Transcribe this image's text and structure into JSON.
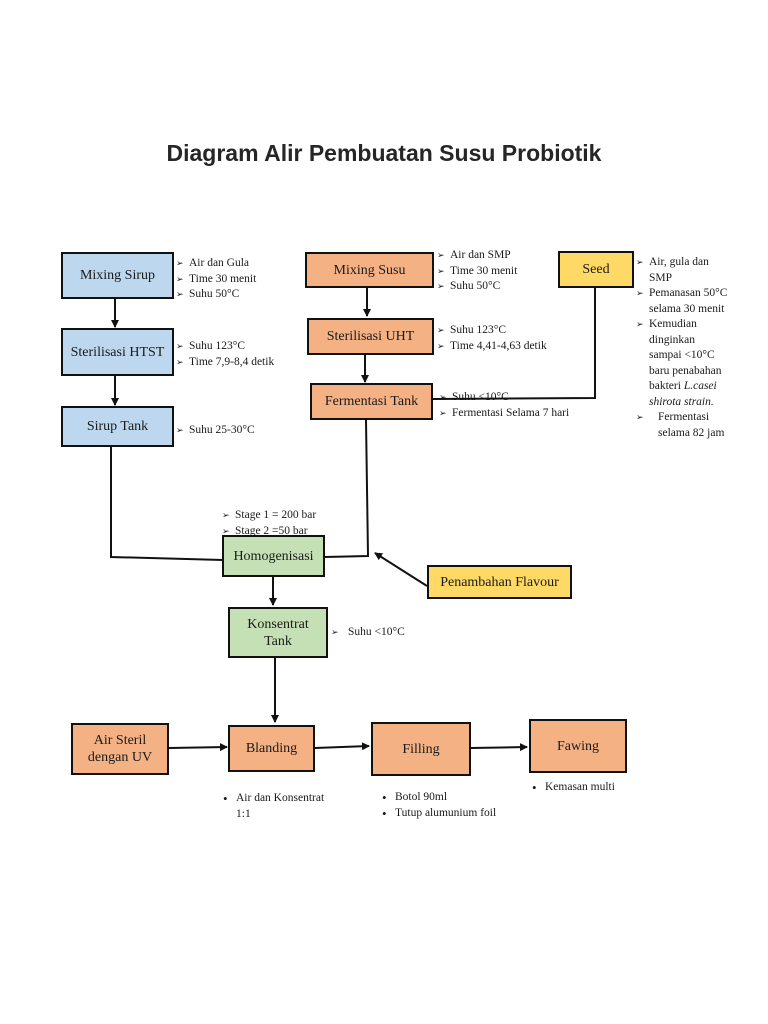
{
  "title": "Diagram Alir Pembuatan Susu Probiotik",
  "colors": {
    "syrup_line": "#bdd7ee",
    "milk_line": "#f4b183",
    "seed_flavour": "#ffd966",
    "homogenize_concentrate": "#c5e0b4"
  },
  "nodes": {
    "mixing_sirup": "Mixing Sirup",
    "sterilisasi_htst": "Sterilisasi HTST",
    "sirup_tank": "Sirup Tank",
    "mixing_susu": "Mixing Susu",
    "sterilisasi_uht": "Sterilisasi UHT",
    "fermentasi_tank": "Fermentasi Tank",
    "seed": "Seed",
    "homogenisasi": "Homogenisasi",
    "penambahan_flavour": "Penambahan Flavour",
    "konsentrat_tank_line1": "Konsentrat",
    "konsentrat_tank_line2": "Tank",
    "air_steril_line1": "Air Steril",
    "air_steril_line2": "dengan UV",
    "blanding": "Blanding",
    "filling": "Filling",
    "fawing": "Fawing"
  },
  "notes": {
    "mixing_sirup": [
      "Air dan Gula",
      "Time 30 menit",
      "Suhu 50°C"
    ],
    "sterilisasi_htst": [
      "Suhu 123°C",
      "Time 7,9-8,4 detik"
    ],
    "sirup_tank": [
      "Suhu 25-30°C"
    ],
    "mixing_susu": [
      "Air dan SMP",
      "Time 30 menit",
      "Suhu 50°C"
    ],
    "sterilisasi_uht": [
      "Suhu 123°C",
      "Time 4,41-4,63 detik"
    ],
    "fermentasi_tank": [
      "Suhu <10°C",
      "Fermentasi Selama 7 hari"
    ],
    "seed": {
      "item1_line1": "Air, gula dan",
      "item1_line2": "SMP",
      "item2_line1": "Pemanasan 50°C",
      "item2_line2": "selama 30 menit",
      "item3_line1": "Kemudian",
      "item3_line2": "dinginkan",
      "item3_line3": "sampai <10°C",
      "item3_line4": "baru penabahan",
      "item3_line5_prefix": "bakteri ",
      "item3_line5_italic": "L.casei",
      "item3_line6_italic": "shirota strain.",
      "item4_line1": "Fermentasi",
      "item4_line2": "selama 82 jam"
    },
    "homogenisasi": [
      "Stage 1 = 200 bar",
      "Stage 2 =50 bar"
    ],
    "konsentrat_tank": [
      "Suhu <10°C"
    ],
    "blanding": {
      "line1": "Air dan Konsentrat",
      "line2": "1:1"
    },
    "filling": [
      "Botol 90ml",
      "Tutup alumunium foil"
    ],
    "fawing": [
      "Kemasan multi"
    ]
  }
}
